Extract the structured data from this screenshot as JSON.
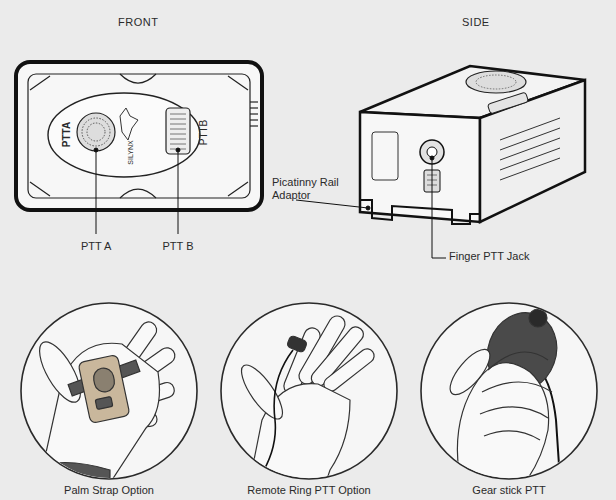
{
  "diagram": {
    "nodes": [
      {
        "text": [
          "Palm Strap Option"
        ]
      },
      {
        "text": [
          "Remote Ring PTT Option"
        ]
      },
      {
        "text": [
          "Gear stick PTT"
        ]
      }
    ],
    "labels": [
      "FRONT",
      "SIDE",
      "PTTA",
      "SILYNX",
      "PTTB",
      "PTT A",
      "PTT B",
      "Picatinny Rail Adaptor",
      "Finger PTT Jack"
    ]
  }
}
